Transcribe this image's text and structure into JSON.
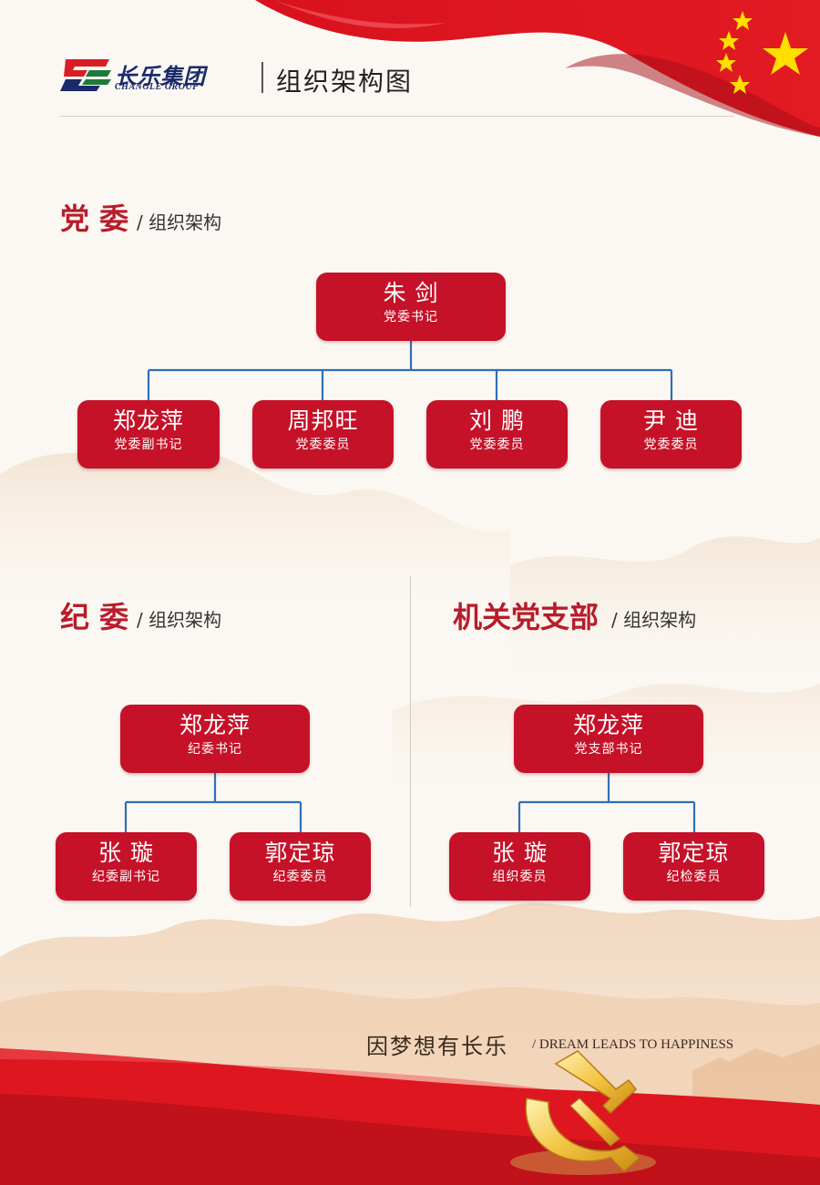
{
  "header": {
    "brand_cn": "长乐集团",
    "brand_en": "CHANGLE GROUP",
    "title": "组织架构图"
  },
  "colors": {
    "accent": "#c51229",
    "connector": "#2f6fb5",
    "text_dark": "#3a2a1e"
  },
  "party_committee": {
    "title": "党 委",
    "subtitle": "/ 组织架构",
    "head": {
      "name": "朱 剑",
      "role": "党委书记"
    },
    "members": [
      {
        "name": "郑龙萍",
        "role": "党委副书记"
      },
      {
        "name": "周邦旺",
        "role": "党委委员"
      },
      {
        "name": "刘 鹏",
        "role": "党委委员"
      },
      {
        "name": "尹 迪",
        "role": "党委委员"
      }
    ]
  },
  "discipline_committee": {
    "title": "纪 委",
    "subtitle": "/ 组织架构",
    "head": {
      "name": "郑龙萍",
      "role": "纪委书记"
    },
    "members": [
      {
        "name": "张 璇",
        "role": "纪委副书记"
      },
      {
        "name": "郭定琼",
        "role": "纪委委员"
      }
    ]
  },
  "office_branch": {
    "title": "机关党支部",
    "subtitle": "/ 组织架构",
    "head": {
      "name": "郑龙萍",
      "role": "党支部书记"
    },
    "members": [
      {
        "name": "张 璇",
        "role": "组织委员"
      },
      {
        "name": "郭定琼",
        "role": "纪检委员"
      }
    ]
  },
  "footer": {
    "slogan_cn": "因梦想有长乐",
    "slogan_en": "/ DREAM LEADS TO HAPPINESS"
  }
}
